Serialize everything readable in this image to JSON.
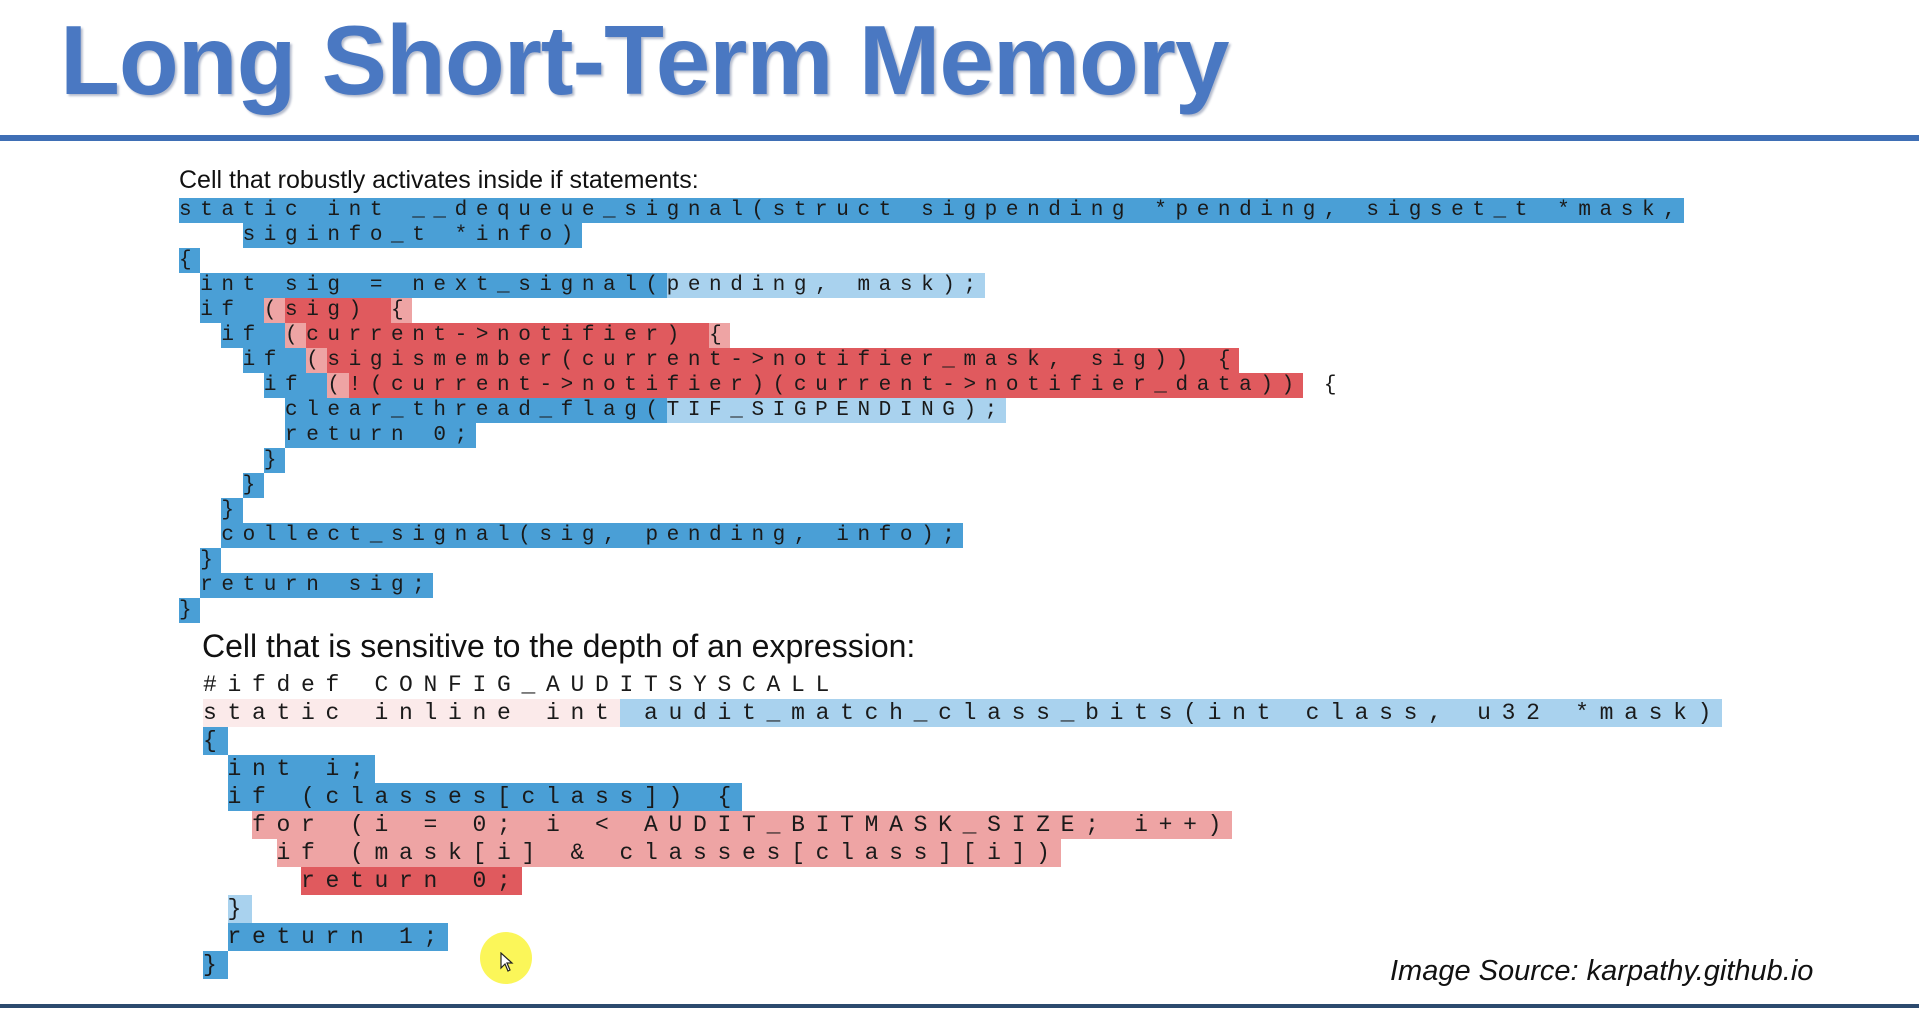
{
  "title": "Long Short-Term Memory",
  "section1": {
    "heading": "Cell that robustly activates inside if statements:",
    "lines": [
      [
        {
          "t": "static int __dequeue_signal(struct sigpending *pending, sigset_t *mask,",
          "c": "b"
        }
      ],
      [
        {
          "t": "   ",
          "c": "n"
        },
        {
          "t": "siginfo_t *info)",
          "c": "b"
        }
      ],
      [
        {
          "t": "{",
          "c": "b"
        }
      ],
      [
        {
          "t": " ",
          "c": "n"
        },
        {
          "t": "int sig = next_signal(",
          "c": "b"
        },
        {
          "t": "pending, mask);",
          "c": "lb"
        }
      ],
      [
        {
          "t": " ",
          "c": "n"
        },
        {
          "t": "if ",
          "c": "b"
        },
        {
          "t": "(",
          "c": "lr"
        },
        {
          "t": "sig) ",
          "c": "r"
        },
        {
          "t": "{",
          "c": "lr"
        }
      ],
      [
        {
          "t": "  ",
          "c": "n"
        },
        {
          "t": "if ",
          "c": "b"
        },
        {
          "t": "(",
          "c": "lr"
        },
        {
          "t": "current->notifier) ",
          "c": "r"
        },
        {
          "t": "{",
          "c": "lr"
        }
      ],
      [
        {
          "t": "   ",
          "c": "n"
        },
        {
          "t": "if ",
          "c": "b"
        },
        {
          "t": "(",
          "c": "lr"
        },
        {
          "t": "sigismember(current->notifier_mask, sig)) {",
          "c": "r"
        }
      ],
      [
        {
          "t": "    ",
          "c": "n"
        },
        {
          "t": "if ",
          "c": "b"
        },
        {
          "t": "(",
          "c": "lr"
        },
        {
          "t": "!(current->notifier)",
          "c": "r"
        },
        {
          "t": "(current->notifier_data))",
          "c": "r"
        },
        {
          "t": " {",
          "c": "n"
        }
      ],
      [
        {
          "t": "     ",
          "c": "n"
        },
        {
          "t": "clear_thread_flag(",
          "c": "b"
        },
        {
          "t": "TIF_SIGPENDING);",
          "c": "lb"
        }
      ],
      [
        {
          "t": "     ",
          "c": "n"
        },
        {
          "t": "return 0;",
          "c": "b"
        }
      ],
      [
        {
          "t": "    ",
          "c": "n"
        },
        {
          "t": "}",
          "c": "b"
        }
      ],
      [
        {
          "t": "   ",
          "c": "n"
        },
        {
          "t": "}",
          "c": "b"
        }
      ],
      [
        {
          "t": "  ",
          "c": "n"
        },
        {
          "t": "}",
          "c": "b"
        }
      ],
      [
        {
          "t": "  ",
          "c": "n"
        },
        {
          "t": "collect_signal(sig, pending, info);",
          "c": "b"
        }
      ],
      [
        {
          "t": " ",
          "c": "n"
        },
        {
          "t": "}",
          "c": "b"
        }
      ],
      [
        {
          "t": " ",
          "c": "n"
        },
        {
          "t": "return sig;",
          "c": "b"
        }
      ],
      [
        {
          "t": "}",
          "c": "b"
        }
      ]
    ]
  },
  "section2": {
    "heading": "Cell that is sensitive to the depth of an expression:",
    "lines": [
      [
        {
          "t": "#ifdef CONFIG_AUDITSYSCALL",
          "c": "n"
        }
      ],
      [
        {
          "t": "static inline int",
          "c": "pk"
        },
        {
          "t": " audit_match_class_bits(int class, u32 *mask)",
          "c": "lb"
        }
      ],
      [
        {
          "t": "{",
          "c": "b"
        }
      ],
      [
        {
          "t": " ",
          "c": "n"
        },
        {
          "t": "int i;",
          "c": "b"
        }
      ],
      [
        {
          "t": " ",
          "c": "n"
        },
        {
          "t": "if (classes[class]) {",
          "c": "b"
        }
      ],
      [
        {
          "t": "  ",
          "c": "n"
        },
        {
          "t": "for (i = 0; i < AUDIT_BITMASK_SIZE; i++)",
          "c": "lr"
        }
      ],
      [
        {
          "t": "   ",
          "c": "n"
        },
        {
          "t": "if (mask[i] & classes[class][i])",
          "c": "lr"
        }
      ],
      [
        {
          "t": "    ",
          "c": "n"
        },
        {
          "t": "return 0;",
          "c": "r"
        }
      ],
      [
        {
          "t": " ",
          "c": "n"
        },
        {
          "t": "}",
          "c": "lb"
        }
      ],
      [
        {
          "t": " ",
          "c": "n"
        },
        {
          "t": "return 1;",
          "c": "b"
        }
      ],
      [
        {
          "t": "}",
          "c": "b"
        }
      ]
    ]
  },
  "source": "Image Source: karpathy.github.io",
  "colors": {
    "title": "#4a78c2",
    "strong_blue": "#4a9fd6",
    "light_blue": "#a9d2ee",
    "strong_red": "#e05a5e",
    "light_red": "#eea4a4"
  }
}
